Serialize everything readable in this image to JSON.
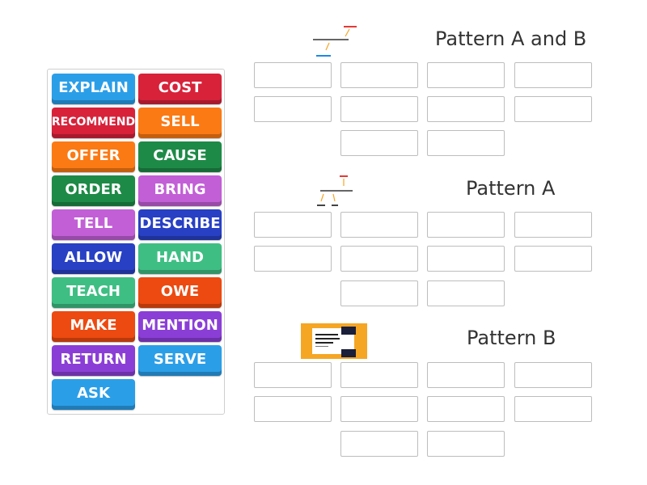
{
  "bank": {
    "tiles": [
      {
        "label": "EXPLAIN",
        "color": "#2b9ee8"
      },
      {
        "label": "COST",
        "color": "#d7223a"
      },
      {
        "label": "RECOMMEND",
        "color": "#d7223a"
      },
      {
        "label": "SELL",
        "color": "#fb7a14"
      },
      {
        "label": "OFFER",
        "color": "#fb7a14"
      },
      {
        "label": "CAUSE",
        "color": "#1e8a47"
      },
      {
        "label": "ORDER",
        "color": "#1e8a47"
      },
      {
        "label": "BRING",
        "color": "#c25fd6"
      },
      {
        "label": "TELL",
        "color": "#c25fd6"
      },
      {
        "label": "DESCRIBE",
        "color": "#2840c4"
      },
      {
        "label": "ALLOW",
        "color": "#2840c4"
      },
      {
        "label": "HAND",
        "color": "#3fbe84"
      },
      {
        "label": "TEACH",
        "color": "#3fbe84"
      },
      {
        "label": "OWE",
        "color": "#ec4a10"
      },
      {
        "label": "MAKE",
        "color": "#ec4a10"
      },
      {
        "label": "MENTION",
        "color": "#8b3ed6"
      },
      {
        "label": "RETURN",
        "color": "#8b3ed6"
      },
      {
        "label": "SERVE",
        "color": "#2b9ee8"
      },
      {
        "label": "ASK",
        "color": "#2b9ee8"
      }
    ]
  },
  "groups": [
    {
      "title": "Pattern A and B",
      "image": "direct-indirect-object-diagram-icon"
    },
    {
      "title": "Pattern A",
      "image": "object-arrows-diagram-icon"
    },
    {
      "title": "Pattern B",
      "image": "direct-indirect-objects-book-cover-icon"
    }
  ]
}
